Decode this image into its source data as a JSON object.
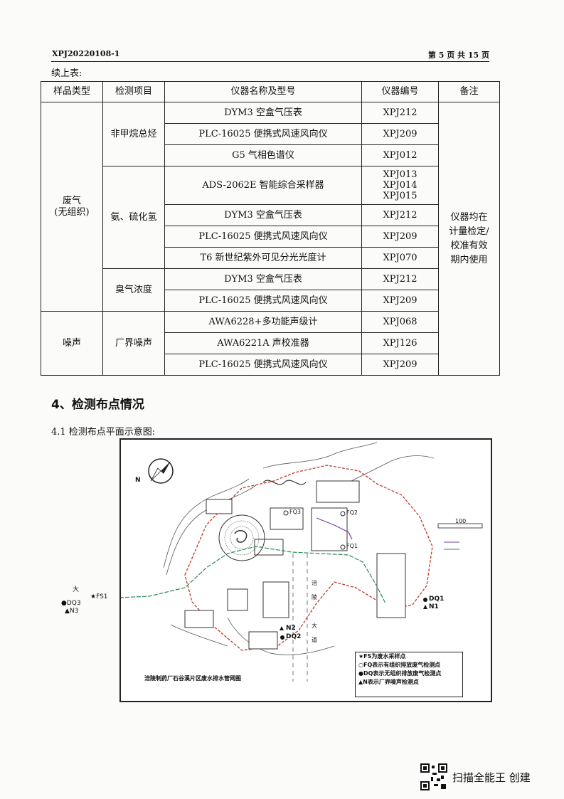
{
  "header": {
    "doc_no": "XPJ20220108-1",
    "page_info": "第 5 页 共 15 页"
  },
  "continued_label": "续上表:",
  "table": {
    "headers": [
      "样品类型",
      "检测项目",
      "仪器名称及型号",
      "仪器编号",
      "备注"
    ],
    "sample_types": [
      "废气\n(无组织)",
      "噪声"
    ],
    "items": [
      "非甲烷总烃",
      "氨、硫化氢",
      "臭气浓度",
      "厂界噪声"
    ],
    "rows": [
      {
        "name": "DYM3 空盒气压表",
        "id": "XPJ212"
      },
      {
        "name": "PLC-16025 便携式风速风向仪",
        "id": "XPJ209"
      },
      {
        "name": "G5 气相色谱仪",
        "id": "XPJ012"
      },
      {
        "name": "ADS-2062E 智能综合采样器",
        "id": "XPJ013\nXPJ014\nXPJ015"
      },
      {
        "name": "DYM3 空盒气压表",
        "id": "XPJ212"
      },
      {
        "name": "PLC-16025 便携式风速风向仪",
        "id": "XPJ209"
      },
      {
        "name": "T6 新世纪紫外可见分光光度计",
        "id": "XPJ070"
      },
      {
        "name": "DYM3 空盒气压表",
        "id": "XPJ212"
      },
      {
        "name": "PLC-16025 便携式风速风向仪",
        "id": "XPJ209"
      },
      {
        "name": "AWA6228+多功能声级计",
        "id": "XPJ068"
      },
      {
        "name": "AWA6221A 声校准器",
        "id": "XPJ126"
      },
      {
        "name": "PLC-16025 便携式风速风向仪",
        "id": "XPJ209"
      }
    ],
    "remark": "仪器均在\n计量检定/\n校准有效\n期内使用"
  },
  "section": {
    "title": "4、检测布点情况",
    "subtitle": "4.1  检测布点平面示意图:"
  },
  "map": {
    "north": "N",
    "labels": {
      "fq3": "FQ3",
      "fq2": "FQ2",
      "fq1": "FQ1",
      "dq1": "DQ1",
      "n1": "N1",
      "dq2": "DQ2",
      "n2": "N2",
      "dq3": "DQ3",
      "n3": "N3",
      "fs1": "FS1",
      "river": "大",
      "scale": "100",
      "road1": "涪",
      "road2": "陵",
      "road3": "大",
      "road4": "道"
    },
    "legend": [
      "★FS为废水采样点",
      "○FQ表示有组织排放废气检测点",
      "●DQ表示无组织排放废气检测点",
      "▲N表示厂界噪声检测点"
    ],
    "title": "涪陵制药厂石谷溪片区废水排水管网图",
    "colors": {
      "boundary": "#c0392b",
      "pipe": "#2e8b57",
      "ink": "#333333",
      "purple": "#7b3f9e"
    }
  },
  "footer": {
    "scanner_label": "扫描全能王 创建"
  }
}
